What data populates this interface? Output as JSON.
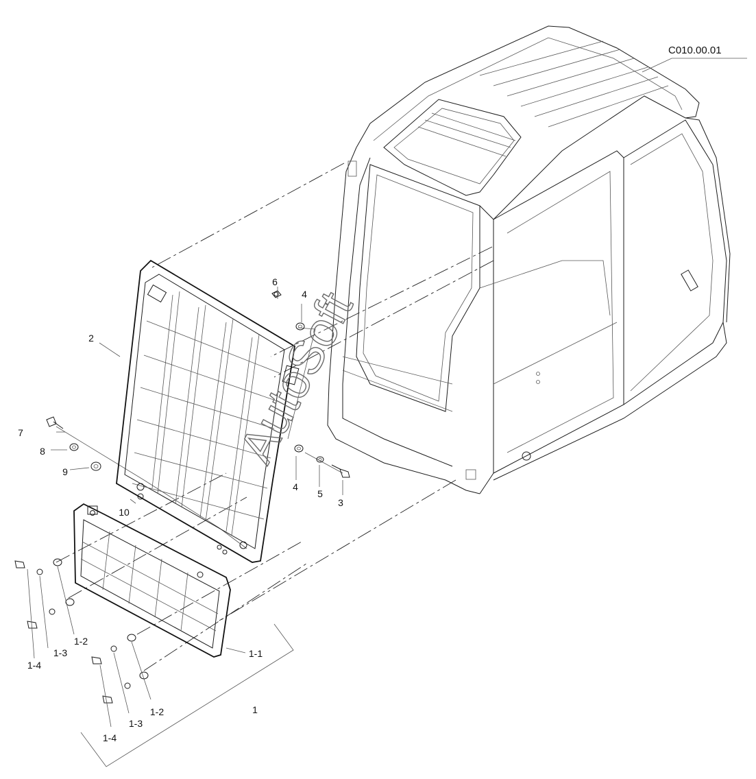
{
  "reference_code": "C010.00.01",
  "watermark": "AutoSoft",
  "callouts": {
    "c6": "6",
    "c4a": "4",
    "c2": "2",
    "c7": "7",
    "c8": "8",
    "c9": "9",
    "c10": "10",
    "c4b": "4",
    "c5": "5",
    "c3": "3",
    "c1_2a": "1-2",
    "c1_3a": "1-3",
    "c1_4a": "1-4",
    "c1_1": "1-1",
    "c1": "1",
    "c1_2b": "1-2",
    "c1_3b": "1-3",
    "c1_4b": "1-4"
  }
}
